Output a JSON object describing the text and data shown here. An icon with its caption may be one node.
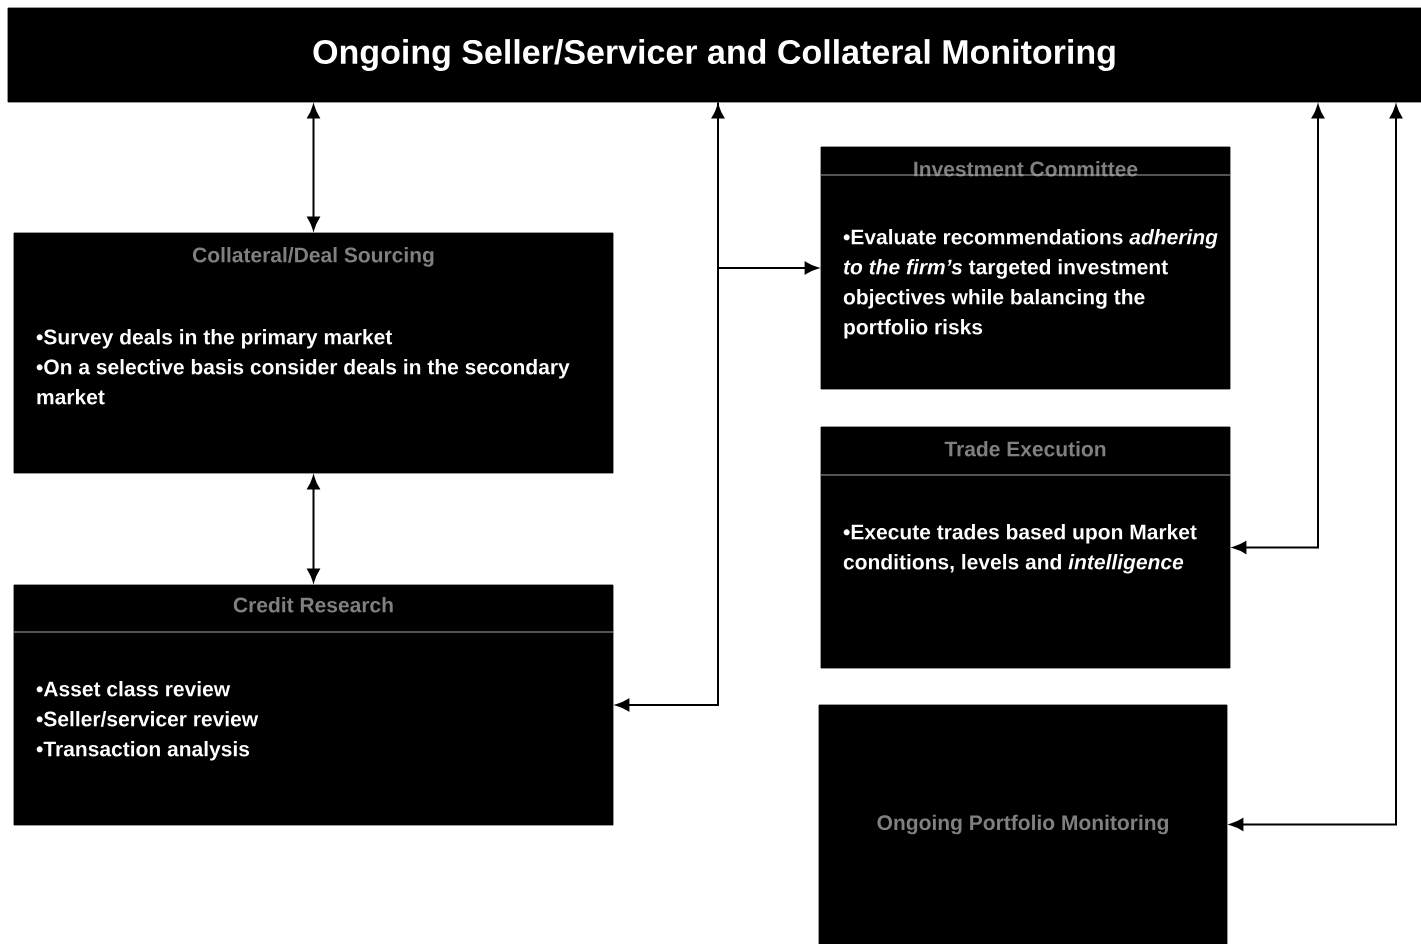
{
  "diagram": {
    "nodes": [
      {
        "text": [
          "Ongoing Seller/Servicer and Collateral  Monitoring"
        ]
      },
      {
        "text": [
          "Collateral/Deal Sourcing",
          "•Survey deals in the primary market",
          "•On a selective basis consider deals in the secondary market"
        ]
      },
      {
        "text": [
          "Credit Research",
          "•Asset class review",
          "•Seller/servicer review",
          "•Transaction analysis"
        ]
      },
      {
        "text": [
          "Investment Committee",
          "•Evaluate recommendations *adhering to the firm’s* targeted investment objectives while balancing the portfolio risks"
        ]
      },
      {
        "text": [
          "Trade Execution",
          "•Execute trades based upon Market conditions, levels and *intelligence*"
        ]
      },
      {
        "text": [
          "Ongoing Portfolio Monitoring"
        ]
      }
    ],
    "edges": [
      {
        "from": 0,
        "to": 1,
        "arrow": "both"
      },
      {
        "from": 1,
        "to": 2,
        "arrow": "both"
      },
      {
        "from": 0,
        "to": 3,
        "arrow": "both"
      },
      {
        "from": 0,
        "to": 2,
        "arrow": "to"
      },
      {
        "from": 0,
        "to": 4,
        "arrow": "both"
      },
      {
        "from": 0,
        "to": 5,
        "arrow": "both"
      }
    ]
  }
}
